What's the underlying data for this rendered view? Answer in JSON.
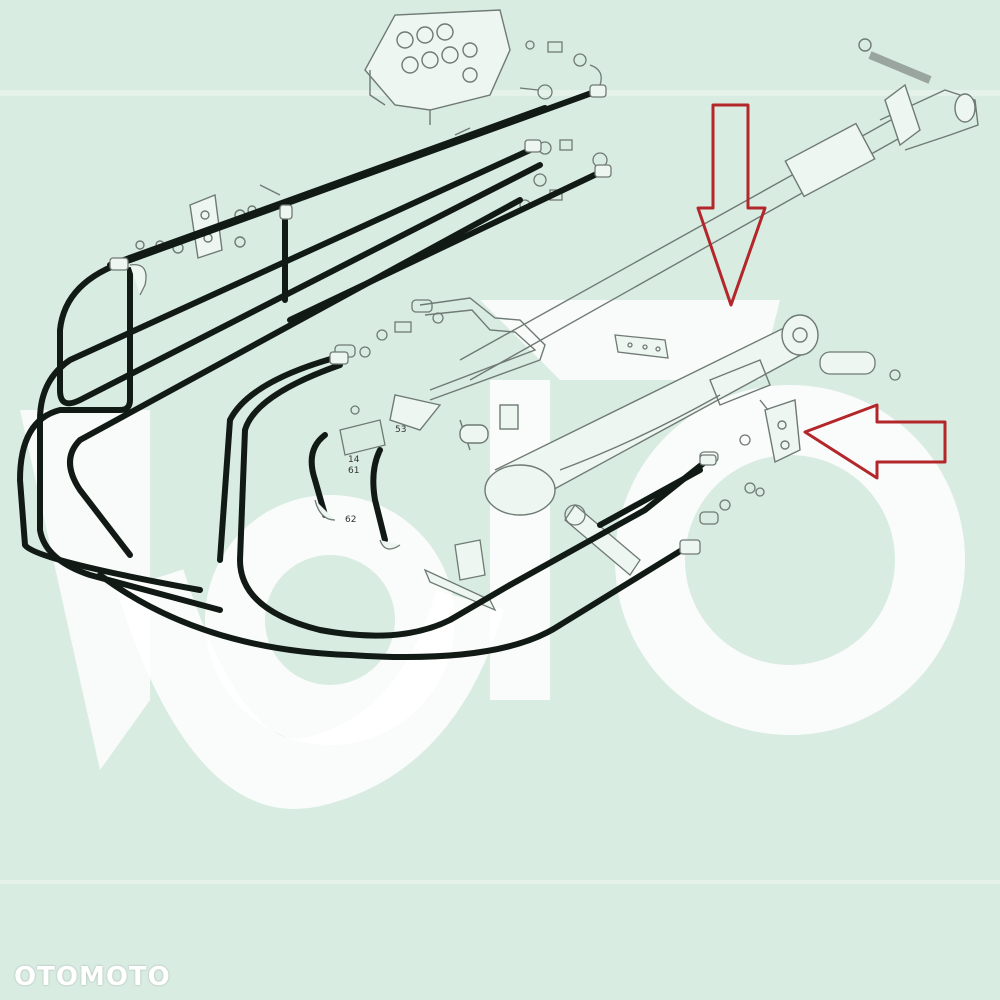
{
  "colors": {
    "background": "#d9ece2",
    "hose": "#111a15",
    "linework": "#6f7a74",
    "watermark": "#ffffff",
    "arrow": "#b3262a"
  },
  "part_labels": {
    "l53": "53",
    "l14": "14",
    "l61": "61",
    "l62": "62"
  },
  "watermark": {
    "text": "OTOMOTO"
  },
  "annotations": {
    "arrow_down": "red-outline-arrow-down",
    "arrow_left": "red-outline-arrow-left"
  }
}
